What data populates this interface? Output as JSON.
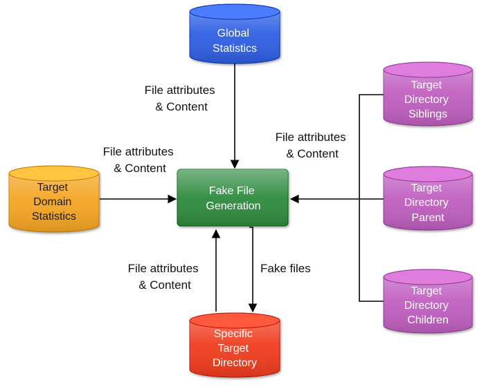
{
  "nodes": {
    "global_statistics": {
      "lines": [
        "Global",
        "Statistics"
      ],
      "color": "#2f5fe4"
    },
    "target_domain_statistics": {
      "lines": [
        "Target",
        "Domain",
        "Statistics"
      ],
      "color": "#f5a623"
    },
    "fake_file_generation": {
      "lines": [
        "Fake File",
        "Generation"
      ],
      "color": "#2e8b3e"
    },
    "specific_target_directory": {
      "lines": [
        "Specific",
        "Target",
        "Directory"
      ],
      "color": "#f03c1e"
    },
    "target_directory_siblings": {
      "lines": [
        "Target",
        "Directory",
        "Siblings"
      ],
      "color": "#c05fc0"
    },
    "target_directory_parent": {
      "lines": [
        "Target",
        "Directory",
        "Parent"
      ],
      "color": "#c05fc0"
    },
    "target_directory_children": {
      "lines": [
        "Target",
        "Directory",
        "Children"
      ],
      "color": "#c05fc0"
    }
  },
  "edge_labels": {
    "global_to_generation": [
      "File attributes",
      "& Content"
    ],
    "domain_to_generation": [
      "File attributes",
      "& Content"
    ],
    "related_dirs_to_generation": [
      "File attributes",
      "& Content"
    ],
    "specific_to_generation": [
      "File attributes",
      "& Content"
    ],
    "generation_to_specific": [
      "Fake files"
    ]
  }
}
